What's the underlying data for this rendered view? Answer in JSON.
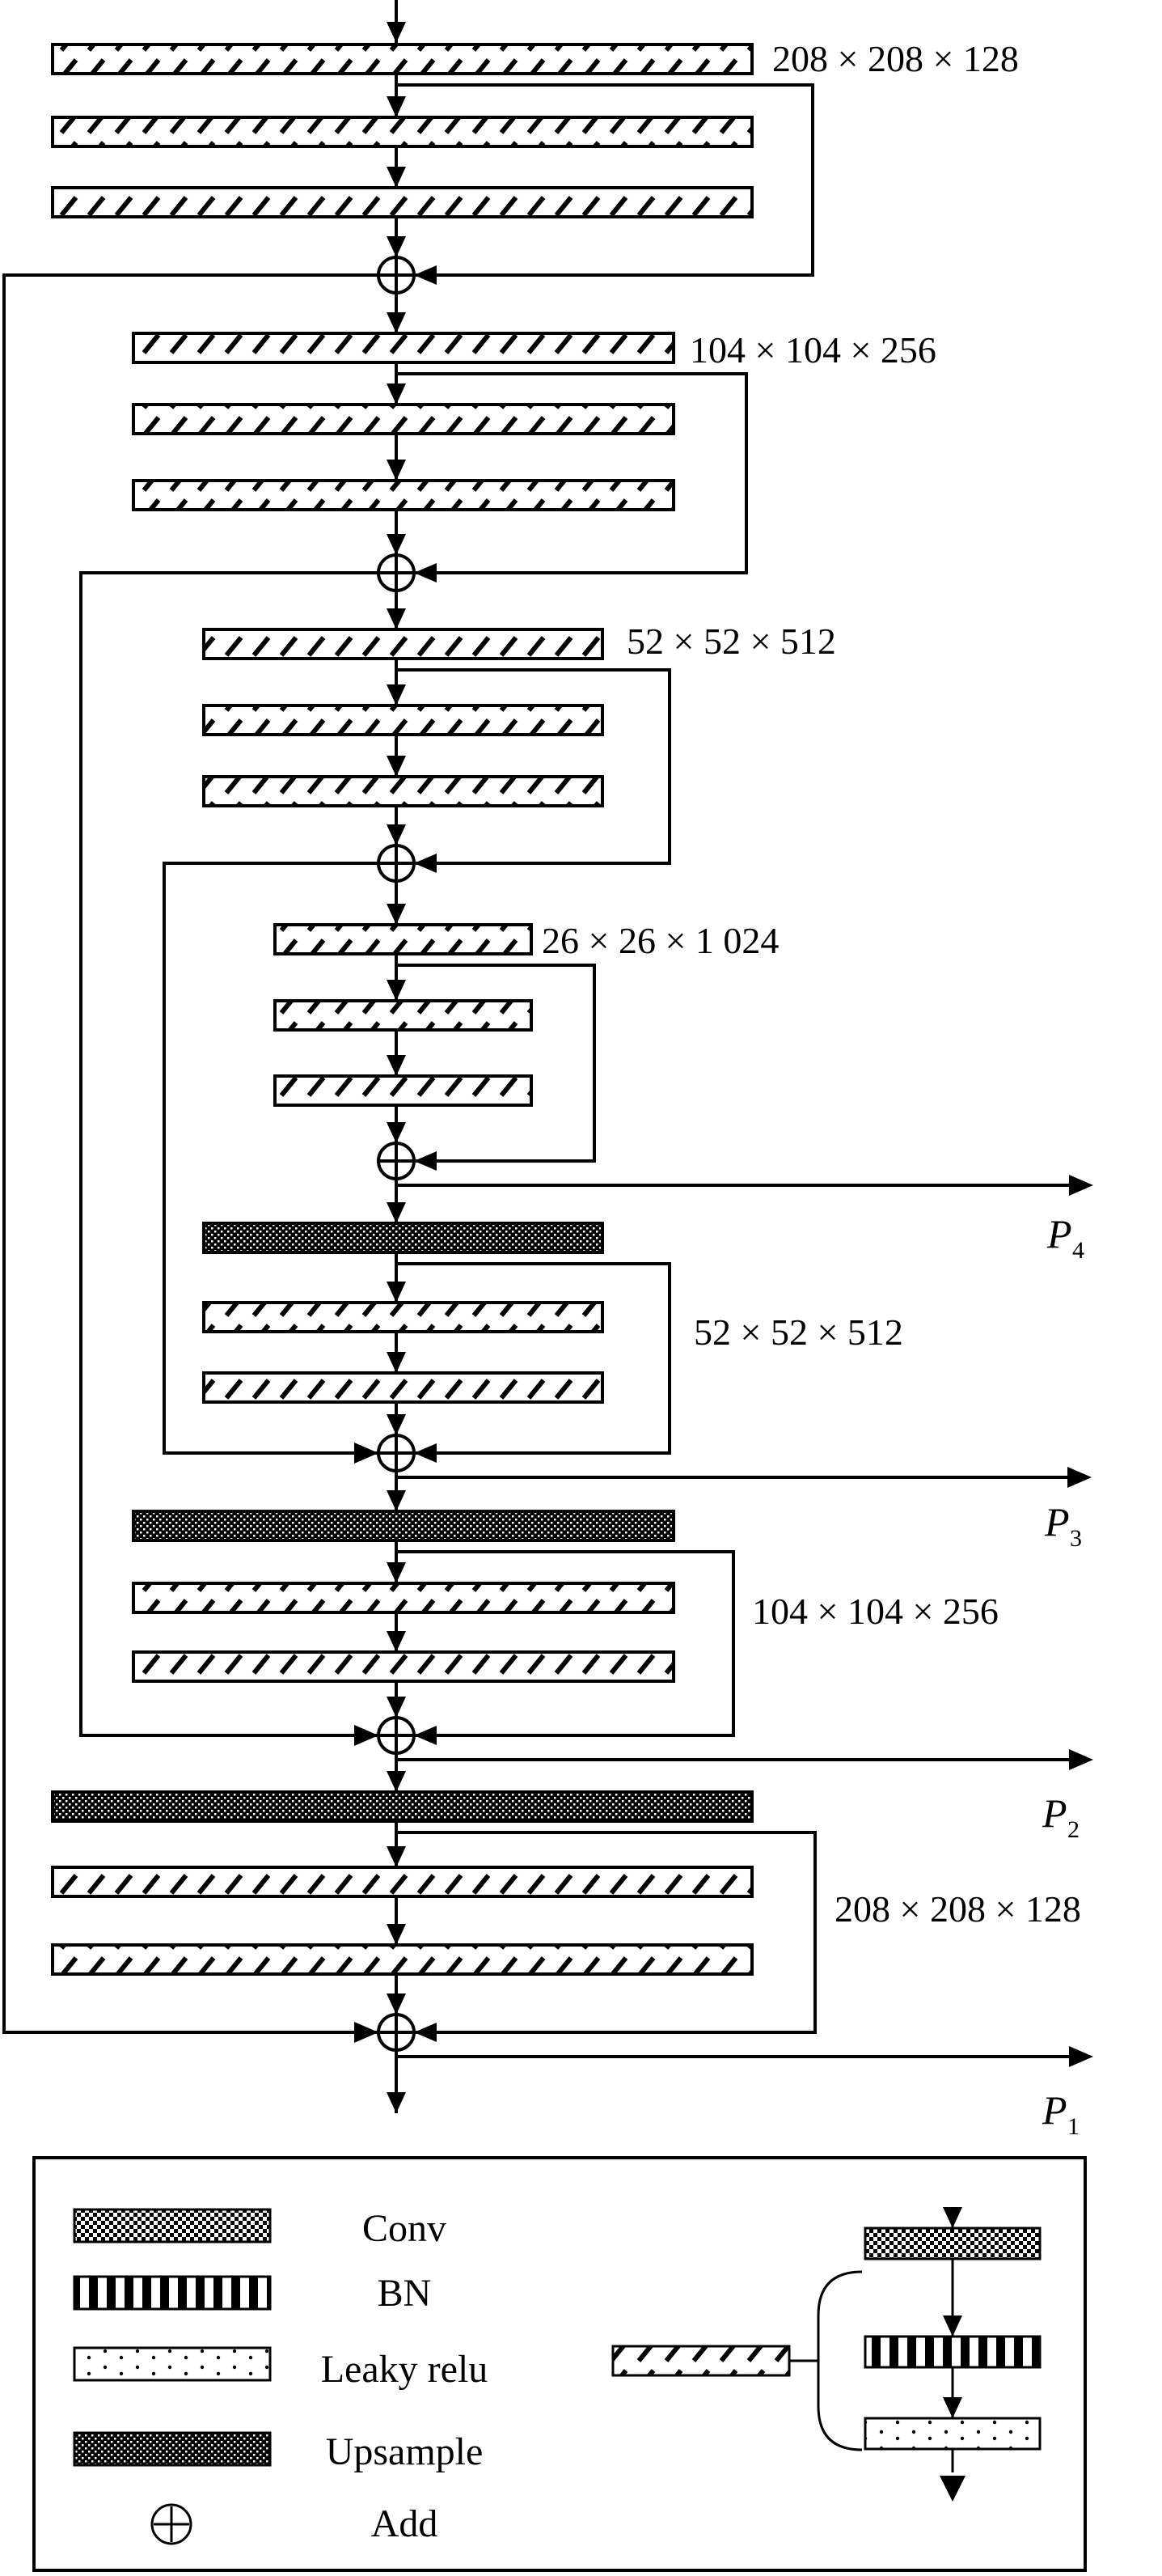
{
  "dims": {
    "s1": "208 × 208 × 128",
    "s2": "104 × 104 × 256",
    "s3": "52 × 52 × 512",
    "s4": "26 × 26 × 1 024",
    "s5": "52 × 52 × 512",
    "s6": "104 × 104 × 256",
    "s7": "208 × 208 × 128"
  },
  "outputs": {
    "p4": {
      "letter": "P",
      "sub": "4"
    },
    "p3": {
      "letter": "P",
      "sub": "3"
    },
    "p2": {
      "letter": "P",
      "sub": "2"
    },
    "p1": {
      "letter": "P",
      "sub": "1"
    }
  },
  "legend": {
    "conv": "Conv",
    "bn": "BN",
    "leaky": "Leaky relu",
    "upsample": "Upsample",
    "add": "Add"
  }
}
